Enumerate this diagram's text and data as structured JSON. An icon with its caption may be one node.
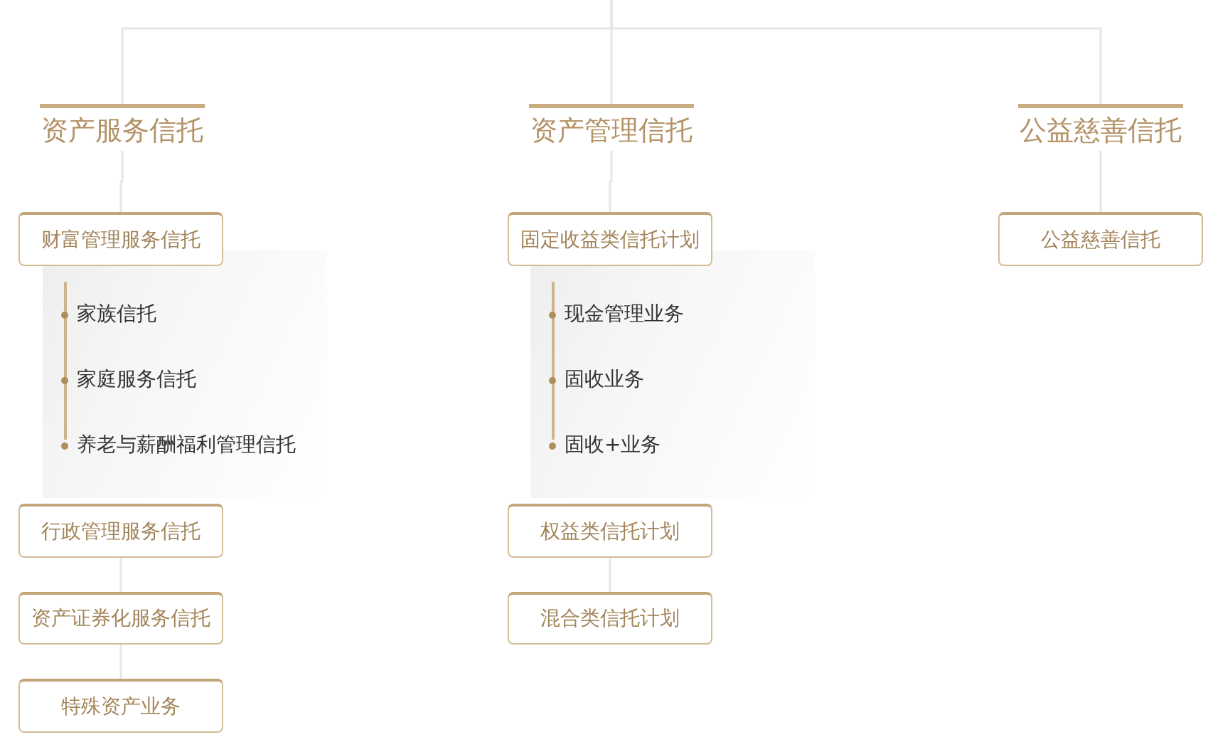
{
  "diagram": {
    "nodes": [
      {
        "text": [
          "资产服务信托"
        ]
      },
      {
        "text": [
          "财富管理服务信托"
        ]
      },
      {
        "text": [
          "家族信托",
          "家庭服务信托",
          "养老与薪酬福利管理信托"
        ]
      },
      {
        "text": [
          "行政管理服务信托"
        ]
      },
      {
        "text": [
          "资产证券化服务信托"
        ]
      },
      {
        "text": [
          "特殊资产业务"
        ]
      },
      {
        "text": [
          "资产管理信托"
        ]
      },
      {
        "text": [
          "固定收益类信托计划"
        ]
      },
      {
        "text": [
          "现金管理业务",
          "固收业务",
          "固收+业务"
        ]
      },
      {
        "text": [
          "权益类信托计划"
        ]
      },
      {
        "text": [
          "混合类信托计划"
        ]
      },
      {
        "text": [
          "公益慈善信托"
        ]
      },
      {
        "text": [
          "公益慈善信托"
        ]
      }
    ],
    "edges": [
      {
        "from": null,
        "to": 0,
        "arrow": "none"
      },
      {
        "from": null,
        "to": 6,
        "arrow": "none"
      },
      {
        "from": null,
        "to": 11,
        "arrow": "none"
      },
      {
        "from": 0,
        "to": 1,
        "arrow": "none"
      },
      {
        "from": 3,
        "to": 4,
        "arrow": "none"
      },
      {
        "from": 4,
        "to": 5,
        "arrow": "none"
      },
      {
        "from": 6,
        "to": 7,
        "arrow": "none"
      },
      {
        "from": 9,
        "to": 10,
        "arrow": "none"
      },
      {
        "from": 11,
        "to": 12,
        "arrow": "none"
      }
    ]
  }
}
